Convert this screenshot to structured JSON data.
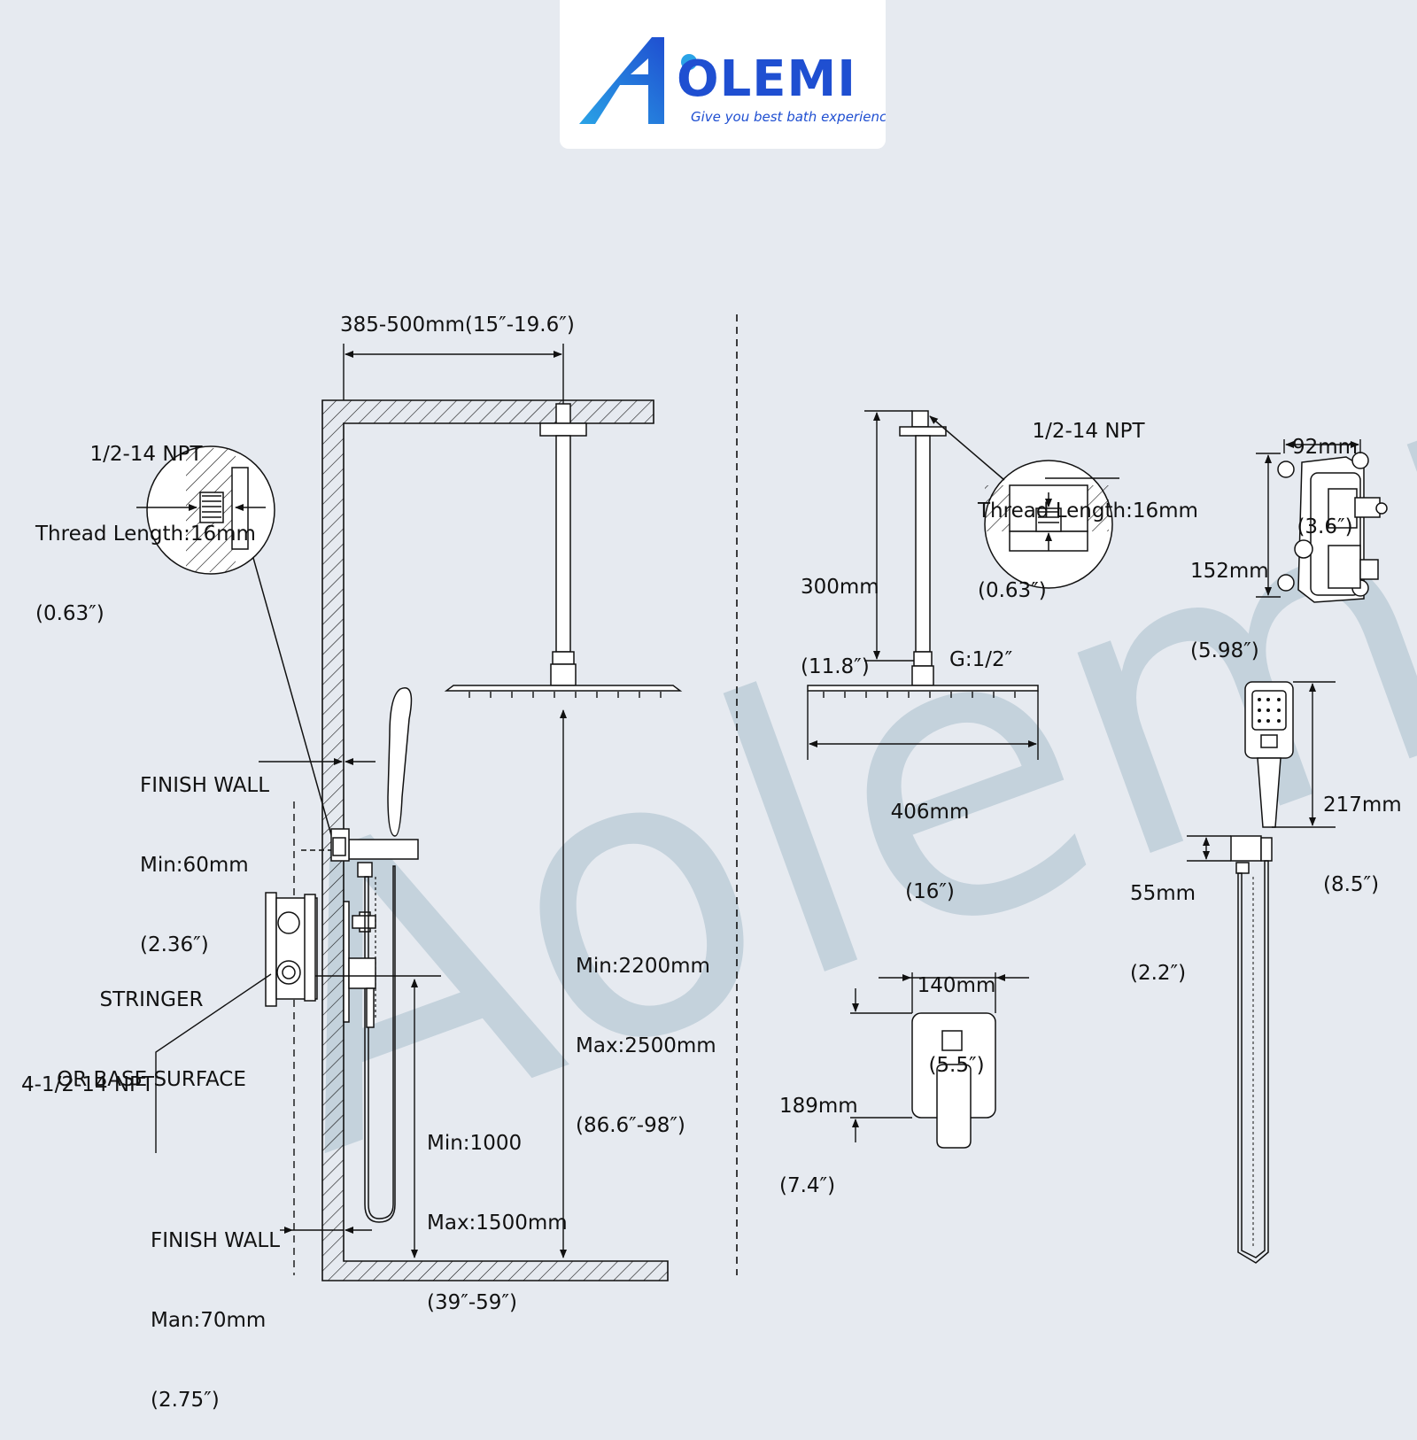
{
  "brand": {
    "name": "OLEMI",
    "initial": "A",
    "tagline": "Give you best bath experience",
    "colors": {
      "primary": "#1f4fd1",
      "accent": "#2aa3e6"
    }
  },
  "watermark": "Aolemi",
  "colors": {
    "line": "#111111",
    "background": "#e6eaf0",
    "watermark": "#b9cad6"
  },
  "left": {
    "arm_length": "385-500mm(15″-19.6″)",
    "detail_thread": {
      "line1": "1/2-14 NPT",
      "line2": "Thread Length:16mm",
      "line3": "(0.63″)"
    },
    "finish_wall_top": {
      "line1": "FINISH WALL",
      "line2": "Min:60mm",
      "line3": "(2.36″)"
    },
    "stringer": {
      "line1": "STRINGER",
      "line2": "OR BASE SURFACE"
    },
    "npt_inlets": "4-1/2-14 NPT",
    "finish_wall_bottom": {
      "line1": "FINISH WALL",
      "line2": "Man:70mm",
      "line3": "(2.75″)"
    },
    "head_height": {
      "line1": "Min:2200mm",
      "line2": "Max:2500mm",
      "line3": "(86.6″-98″)"
    },
    "valve_height": {
      "line1": "Min:1000",
      "line2": "Max:1500mm",
      "line3": "(39″-59″)"
    }
  },
  "right": {
    "thread": {
      "line1": "1/2-14 NPT",
      "line2": "Thread Length:16mm",
      "line3": "(0.63″)"
    },
    "arm": {
      "line1": "300mm",
      "line2": "(11.8″)"
    },
    "connector": "G:1/2″",
    "head_width": {
      "line1": "406mm",
      "line2": "(16″)"
    },
    "valve_width": {
      "line1": "92mm",
      "line2": "(3.6″)"
    },
    "valve_height": {
      "line1": "152mm",
      "line2": "(5.98″)"
    },
    "handheld_length": {
      "line1": "217mm",
      "line2": "(8.5″)"
    },
    "holder_height": {
      "line1": "55mm",
      "line2": "(2.2″)"
    },
    "plate_width": {
      "line1": "140mm",
      "line2": "(5.5″)"
    },
    "plate_height": {
      "line1": "189mm",
      "line2": "(7.4″)"
    }
  }
}
